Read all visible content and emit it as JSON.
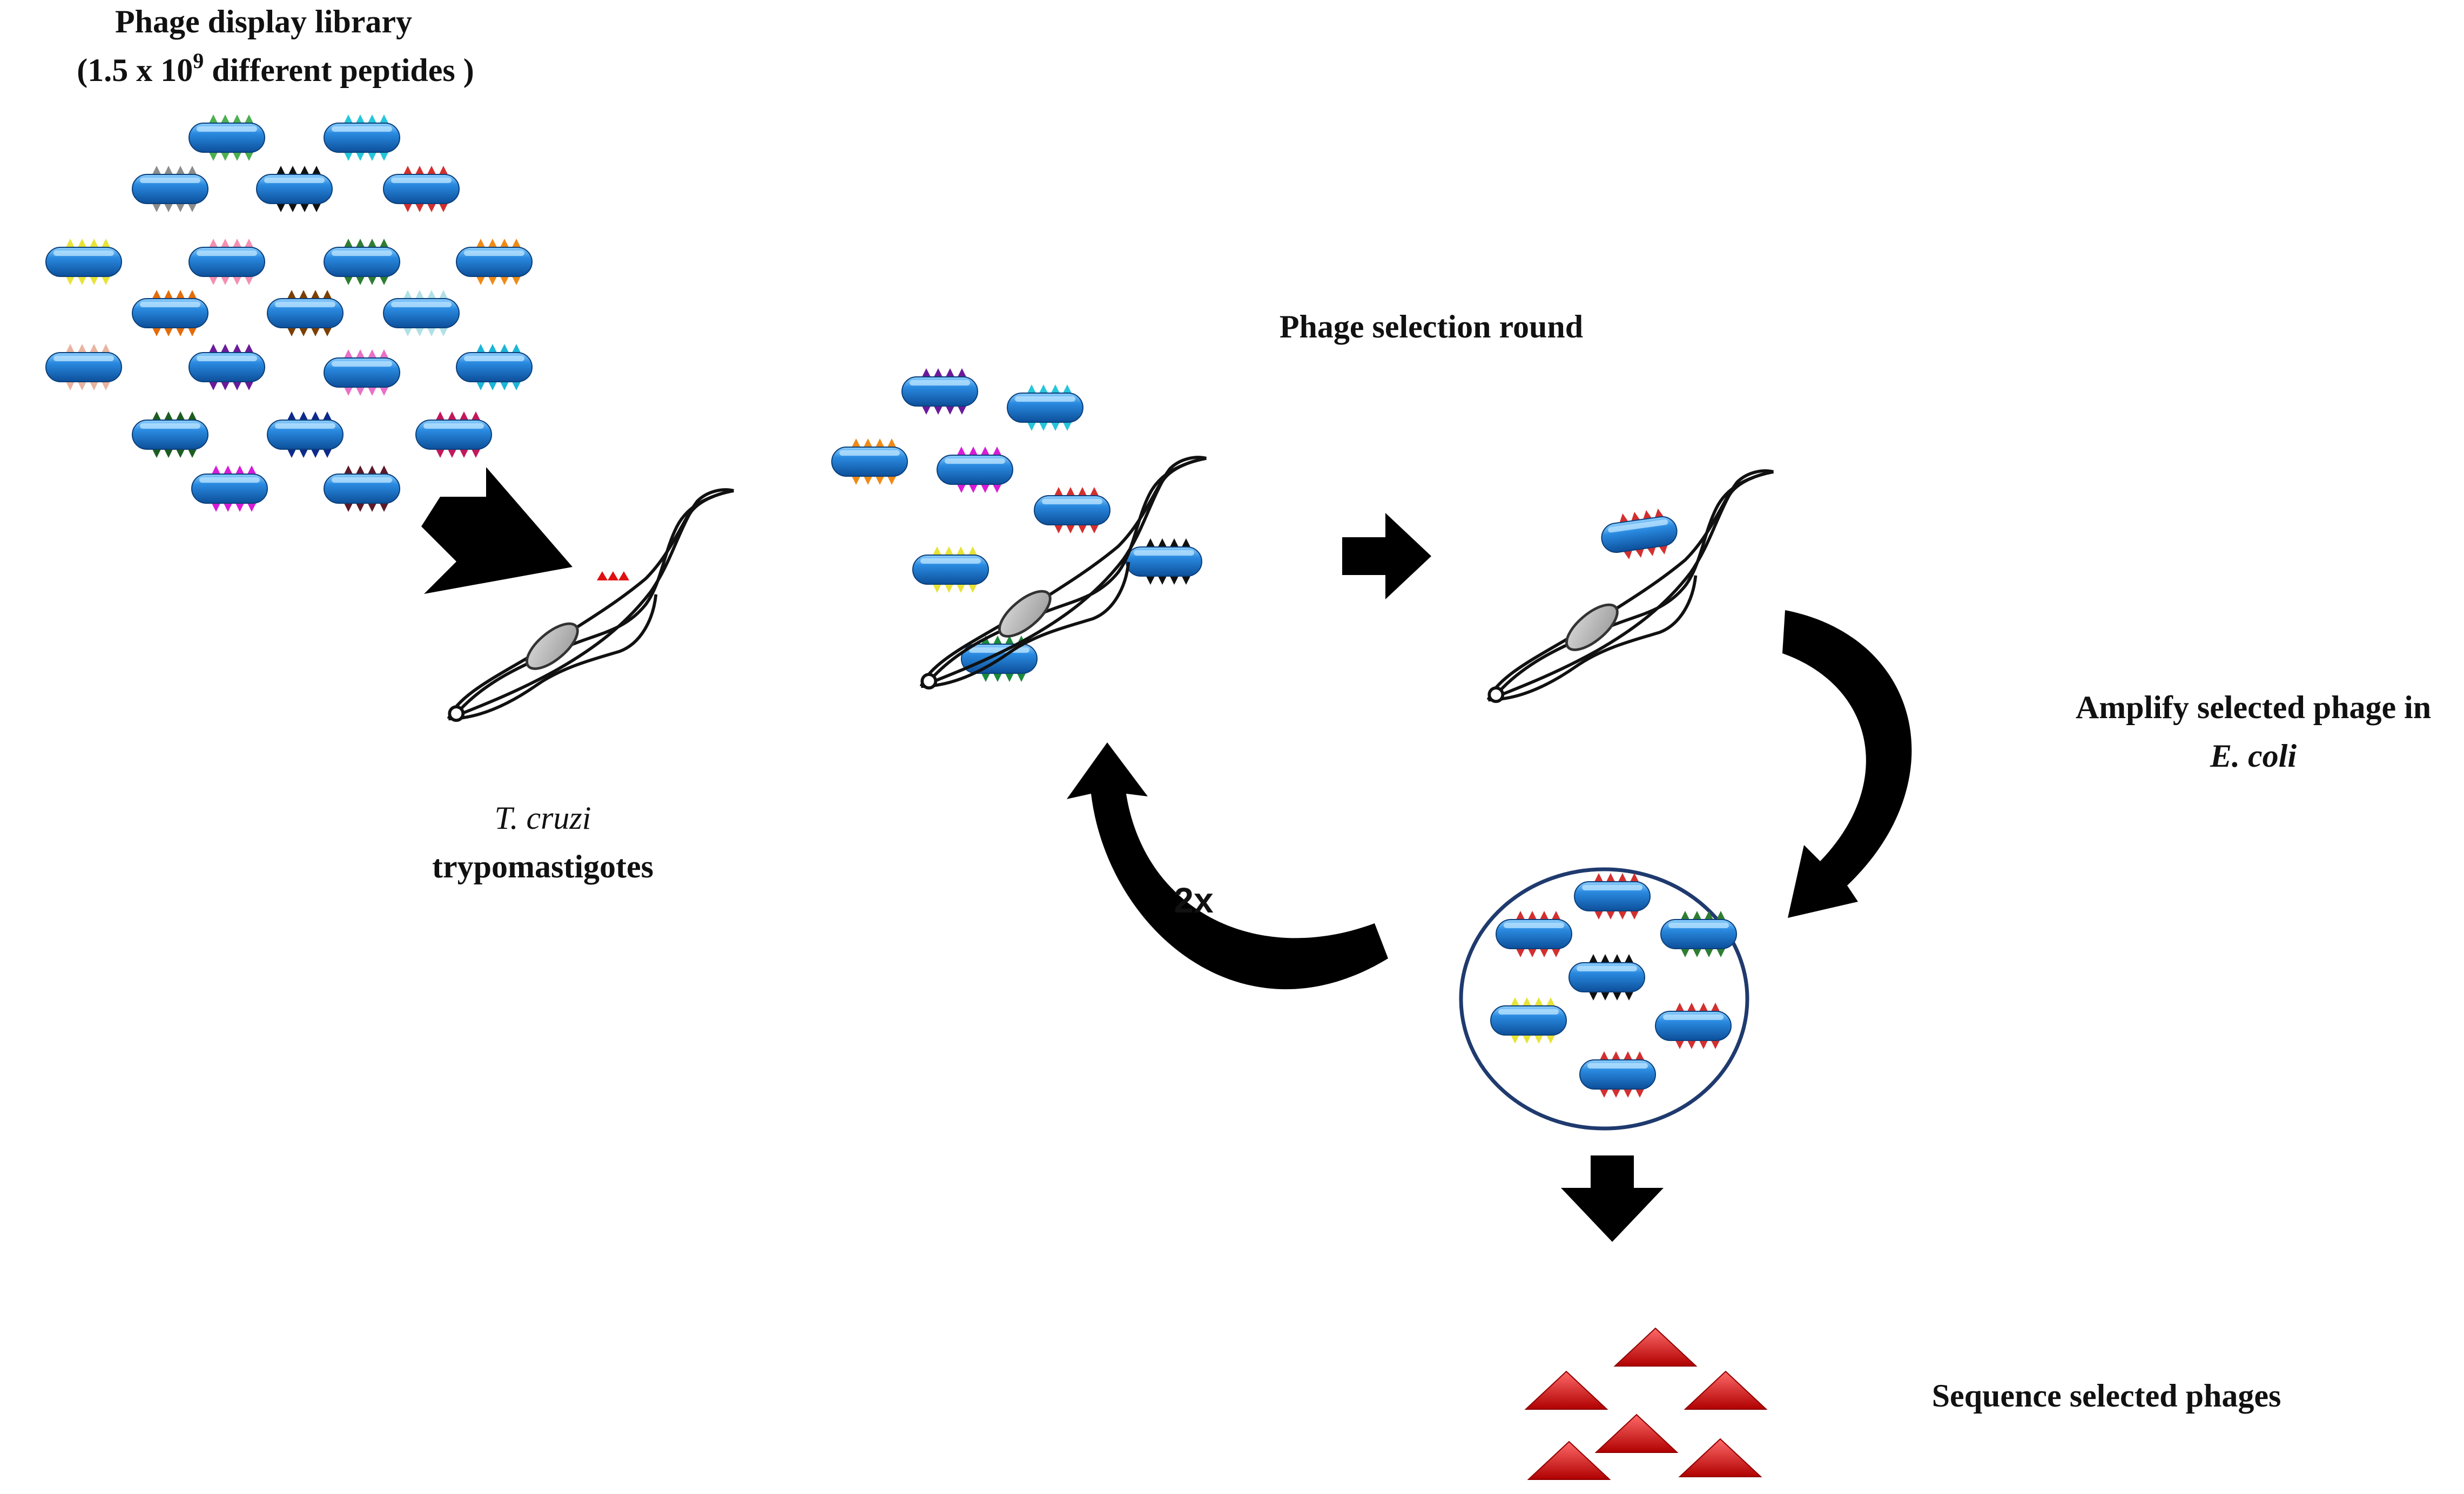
{
  "labels": {
    "library_title": "Phage display library",
    "library_count_prefix": "(1.5 x 10",
    "library_count_exp": "9",
    "library_count_suffix": " different peptides )",
    "parasite_species": "T. cruzi",
    "parasite_stage": "trypomastigotes",
    "selection_round": "Phage selection round",
    "amplify_line1": "Amplify selected phage in",
    "amplify_line2": "E. coli",
    "repeat_count": "2x",
    "sequence": "Sequence selected phages"
  },
  "colors": {
    "phage_body": "#1f78c8",
    "phage_highlight": "#7cc4f4",
    "arrow": "#000000",
    "selected_peptide": "#e01010",
    "parasite_outline": "#111111",
    "flask_border": "#1f3a6e"
  },
  "peptide_colors": {
    "library": [
      "#4caf50",
      "#26c6da",
      "#8c8c8c",
      "#111111",
      "#d32f2f",
      "#e8e337",
      "#f48fb1",
      "#2e7d32",
      "#ef8a17",
      "#e36c09",
      "#7b3f00",
      "#b0e0e6",
      "#e8b4a0",
      "#6a1b9a",
      "#e870c8",
      "#1bb5d8",
      "#1b5e20",
      "#0d2a8c",
      "#c2185b",
      "#d81bd8",
      "#5c1a2a"
    ],
    "selection_round": [
      "#6a1b9a",
      "#26c6da",
      "#ef8a17",
      "#d81bd8",
      "#d32f2f",
      "#e8e337",
      "#111111",
      "#1b8a3c"
    ],
    "flask": [
      "#d32f2f",
      "#d32f2f",
      "#2e7d32",
      "#111111",
      "#e8e337",
      "#d32f2f",
      "#d32f2f"
    ]
  },
  "icons": [
    "phage-particle-icon",
    "trypomastigote-parasite-icon",
    "down-right-arrow-icon",
    "right-arrow-icon",
    "curved-arrow-icon",
    "down-arrow-icon",
    "culture-flask-icon",
    "peptide-triangle-icon"
  ]
}
